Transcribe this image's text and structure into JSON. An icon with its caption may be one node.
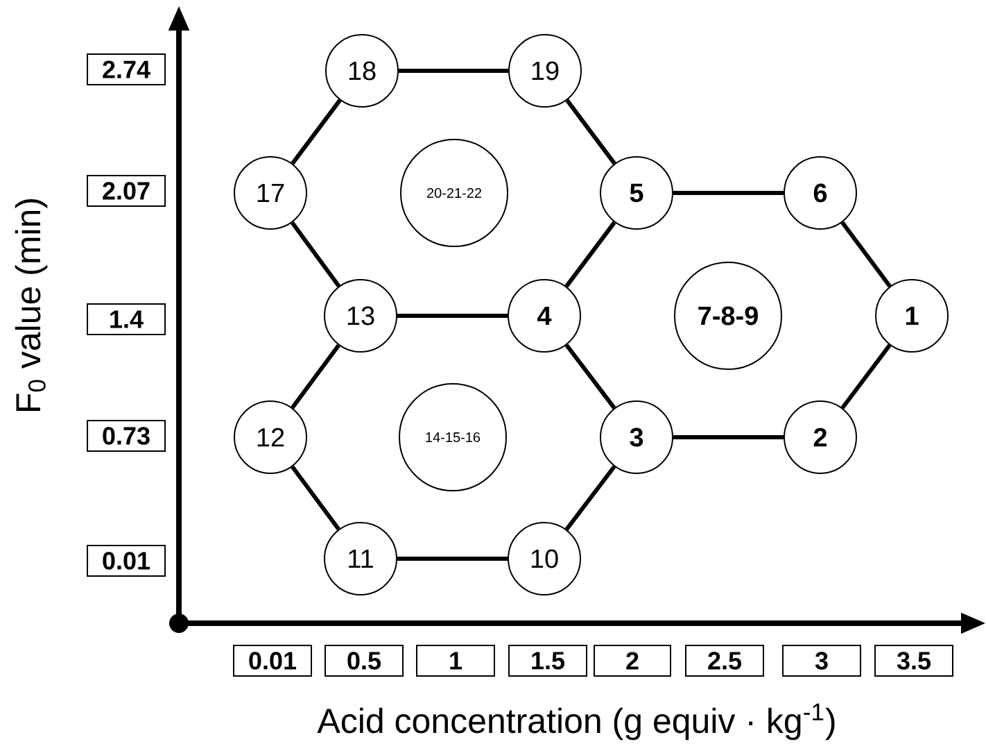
{
  "diagram": {
    "nodes": [
      {
        "text": [
          "18"
        ]
      },
      {
        "text": [
          "19"
        ]
      },
      {
        "text": [
          "17"
        ]
      },
      {
        "text": [
          "20-21-22"
        ]
      },
      {
        "text": [
          "5"
        ]
      },
      {
        "text": [
          "6"
        ]
      },
      {
        "text": [
          "13"
        ]
      },
      {
        "text": [
          "4"
        ]
      },
      {
        "text": [
          "7-8-9"
        ]
      },
      {
        "text": [
          "1"
        ]
      },
      {
        "text": [
          "12"
        ]
      },
      {
        "text": [
          "14-15-16"
        ]
      },
      {
        "text": [
          "3"
        ]
      },
      {
        "text": [
          "2"
        ]
      },
      {
        "text": [
          "11"
        ]
      },
      {
        "text": [
          "10"
        ]
      },
      {
        "text": [
          "2.74"
        ]
      },
      {
        "text": [
          "2.07"
        ]
      },
      {
        "text": [
          "1.4"
        ]
      },
      {
        "text": [
          "0.73"
        ]
      },
      {
        "text": [
          "0.01"
        ]
      },
      {
        "text": [
          "0.01"
        ]
      },
      {
        "text": [
          "0.5"
        ]
      },
      {
        "text": [
          "1"
        ]
      },
      {
        "text": [
          "1.5"
        ]
      },
      {
        "text": [
          "2"
        ]
      },
      {
        "text": [
          "2.5"
        ]
      },
      {
        "text": [
          "3"
        ]
      },
      {
        "text": [
          "3.5"
        ]
      }
    ],
    "edges": [
      {
        "from": 0,
        "to": 1,
        "arrow": "none"
      },
      {
        "from": 1,
        "to": 4,
        "arrow": "none"
      },
      {
        "from": 0,
        "to": 2,
        "arrow": "none"
      },
      {
        "from": 2,
        "to": 6,
        "arrow": "none"
      },
      {
        "from": 6,
        "to": 7,
        "arrow": "none"
      },
      {
        "from": 4,
        "to": 7,
        "arrow": "none"
      },
      {
        "from": 4,
        "to": 5,
        "arrow": "none"
      },
      {
        "from": 5,
        "to": 9,
        "arrow": "none"
      },
      {
        "from": 9,
        "to": 13,
        "arrow": "none"
      },
      {
        "from": 13,
        "to": 12,
        "arrow": "none"
      },
      {
        "from": 12,
        "to": 7,
        "arrow": "none"
      },
      {
        "from": 6,
        "to": 10,
        "arrow": "none"
      },
      {
        "from": 10,
        "to": 14,
        "arrow": "none"
      },
      {
        "from": 14,
        "to": 15,
        "arrow": "none"
      },
      {
        "from": 15,
        "to": 12,
        "arrow": "none"
      }
    ],
    "labels": [
      "F$_{0}$ value (min)",
      "Acid concentration (g equiv · kg$^{-1}$)"
    ]
  }
}
